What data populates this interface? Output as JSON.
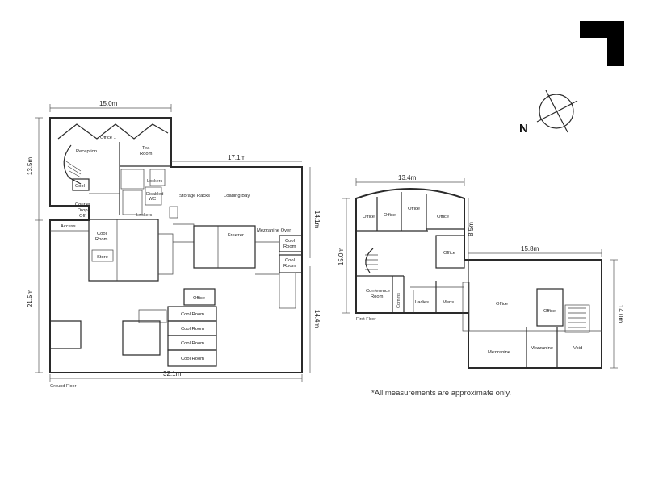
{
  "ground_floor": {
    "label": "Ground Floor",
    "dimensions": {
      "top": "15.0m",
      "top_right": "17.1m",
      "left_upper": "13.5m",
      "left_lower": "21.5m",
      "right_upper": "14.1m",
      "right_lower": "14.4m",
      "bottom": "32.1m"
    },
    "rooms": {
      "office_1": "Office 1",
      "reception": "Reception",
      "tea_room_1": "Tea",
      "tea_room_2": "Room",
      "cool_small": "Cool",
      "courier_1": "Courier",
      "courier_2": "Drop",
      "courier_3": "Off",
      "lockers_1": "Lockers",
      "lockers_2": "Lockers",
      "disabled_1": "Disabled",
      "disabled_2": "WC",
      "access": "Access",
      "cool_room_a_1": "Cool",
      "cool_room_a_2": "Room",
      "store": "Store",
      "storage_racks": "Storage Racks",
      "loading_bay": "Loading Bay",
      "freezer": "Freezer",
      "mezzanine_over": "Mezzanine Over",
      "cool_room_r1_1": "Cool",
      "cool_room_r1_2": "Room",
      "cool_room_r2_1": "Cool",
      "cool_room_r2_2": "Room",
      "office": "Office",
      "cool_room_1": "Cool Room",
      "cool_room_2": "Cool Room",
      "cool_room_3": "Cool Room",
      "cool_room_4": "Cool Room"
    }
  },
  "first_floor": {
    "label": "First Floor",
    "dimensions": {
      "top": "13.4m",
      "left": "15.0m",
      "right_small": "8.5m",
      "mid": "15.8m",
      "right": "14.0m"
    },
    "rooms": {
      "office_a": "Office",
      "office_b": "Office",
      "office_c": "Office",
      "office_d": "Office",
      "office_e": "Office",
      "conference_1": "Conference",
      "conference_2": "Room",
      "comms": "Comms",
      "ladies": "Ladies",
      "mens": "Mens",
      "office_big": "Office",
      "office_small": "Office",
      "mezzanine_1": "Mezzanine",
      "mezzanine_2": "Mezzanine",
      "void": "Void"
    }
  },
  "compass": {
    "label": "N"
  },
  "note": "*All measurements are approximate only."
}
